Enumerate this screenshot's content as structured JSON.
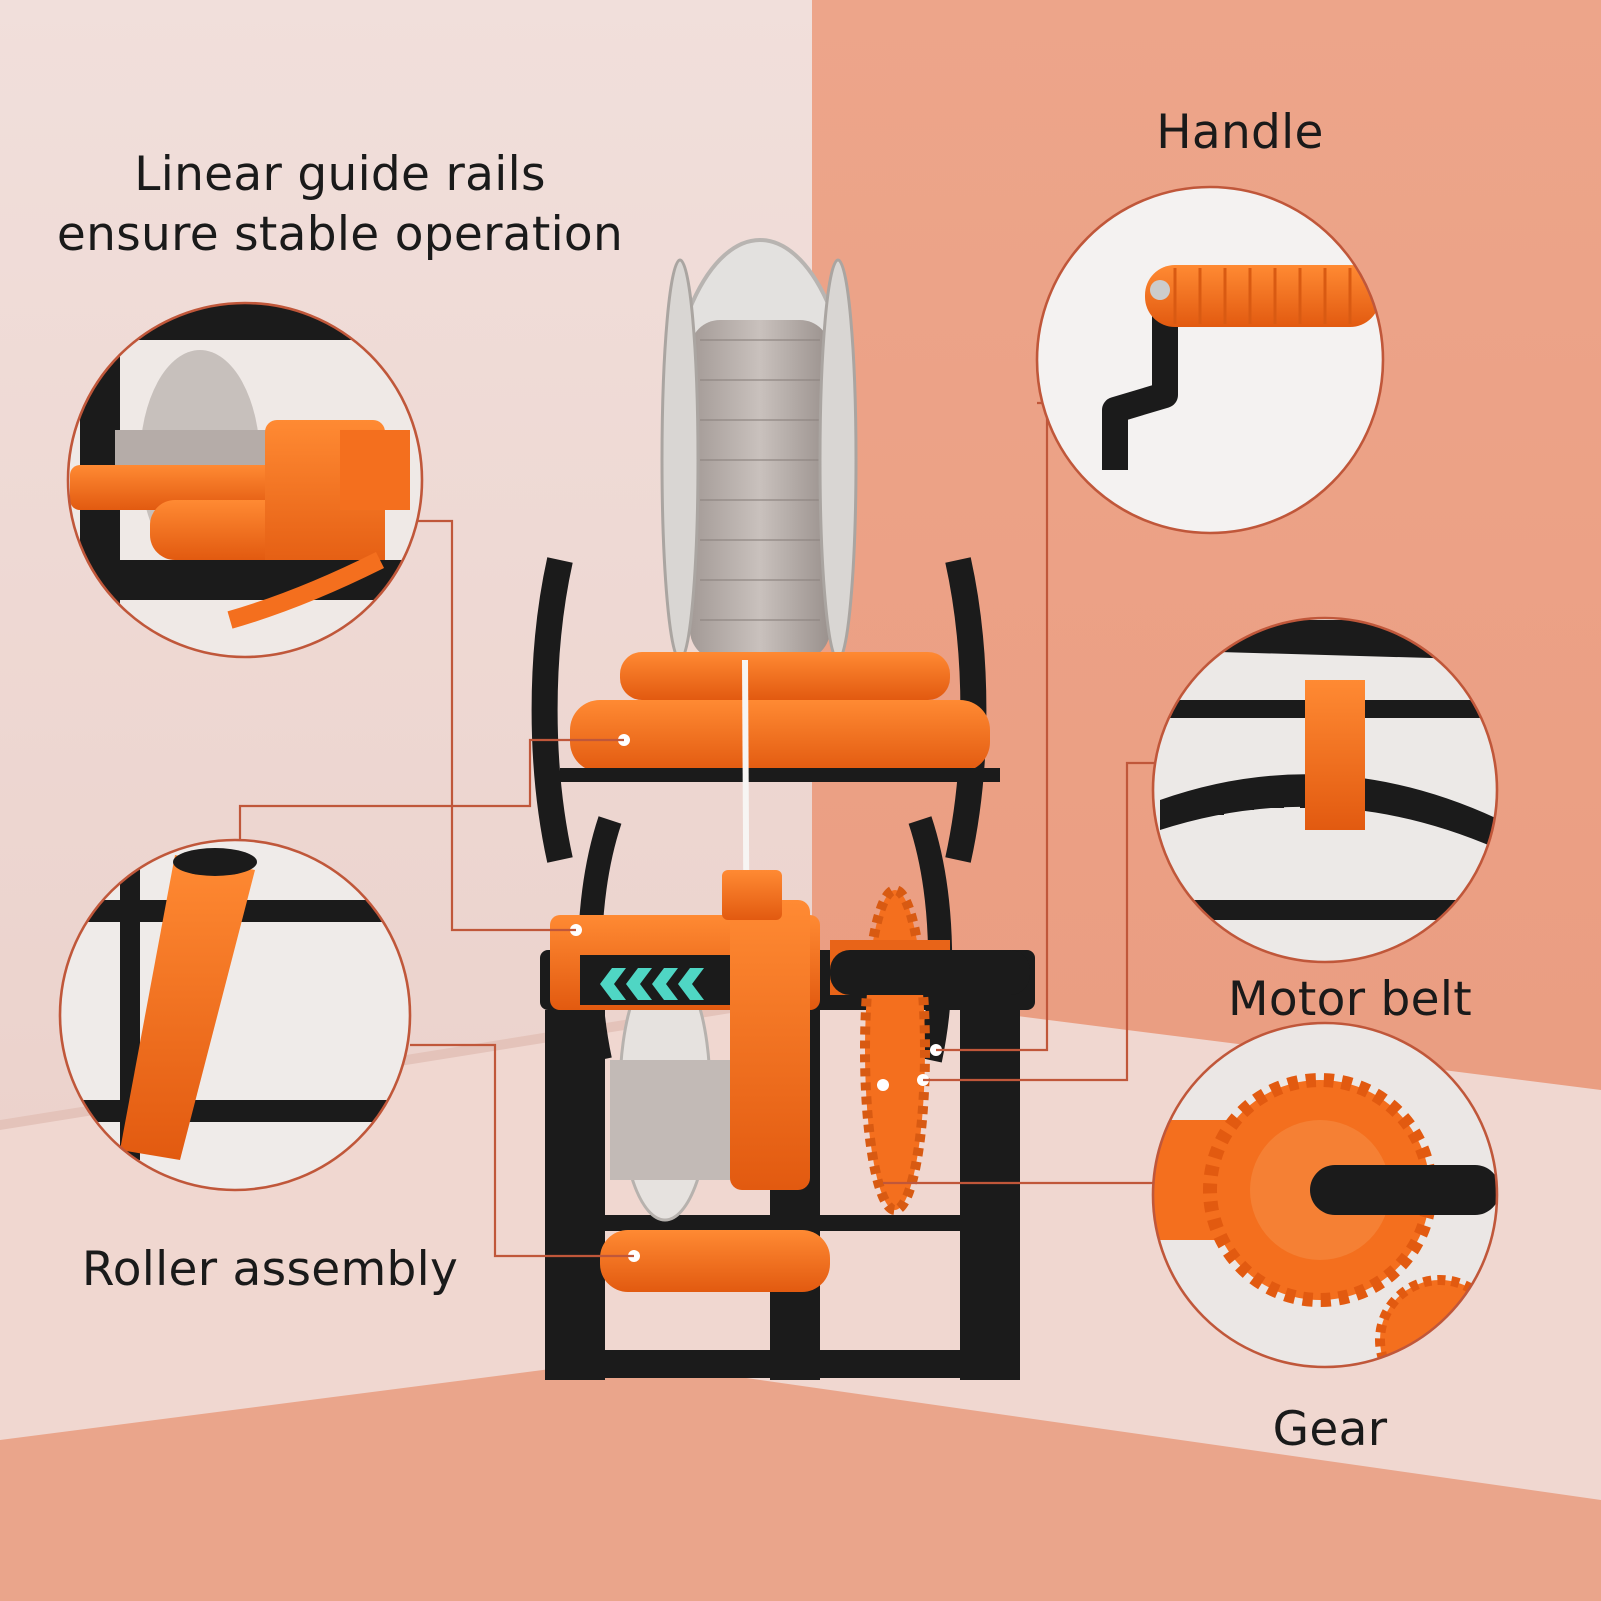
{
  "labels": {
    "rails_line1": "Linear guide rails",
    "rails_line2": "ensure stable operation",
    "handle": "Handle",
    "motor_belt": "Motor belt",
    "roller": "Roller assembly",
    "gear": "Gear"
  },
  "colors": {
    "orange": "#f46f1e",
    "black": "#1b1b1b",
    "callout_line": "#c0573a",
    "bg_left": "#efd9d5",
    "bg_right": "#eea68c"
  }
}
